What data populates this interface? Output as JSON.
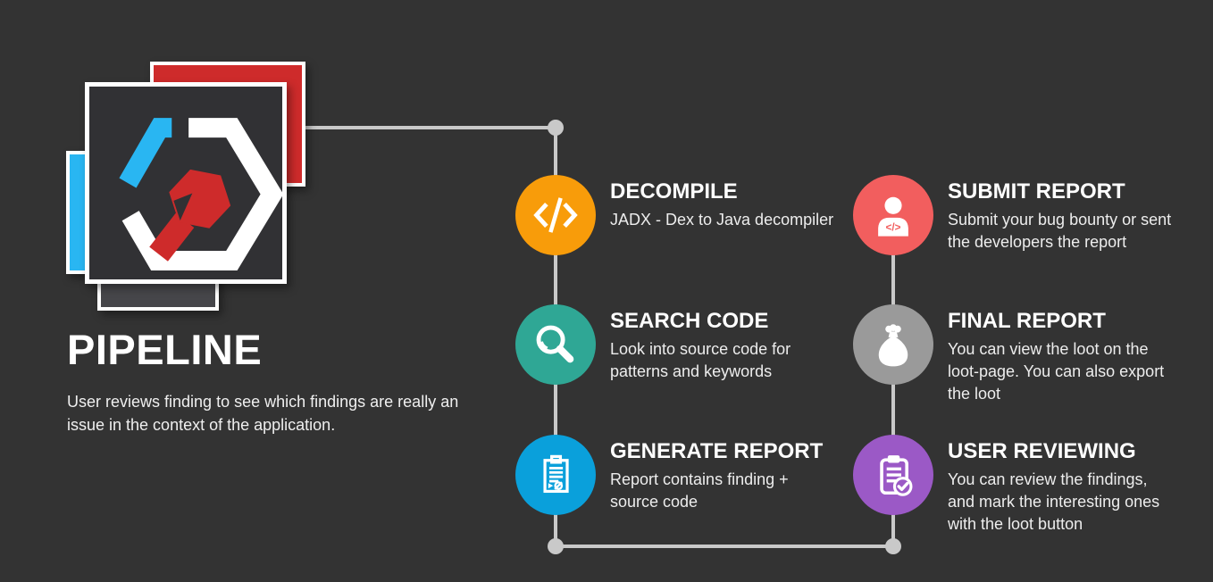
{
  "canvas": {
    "background": "#333333"
  },
  "logo": {
    "name": "code-scanner-logo",
    "back_square_red": "#CE2B2B",
    "side_bar_cyan": "#29B6F2",
    "shadow_square": "#46464A",
    "tile_fill": "#313134",
    "mark_white": "#FFFFFF",
    "mark_cyan": "#29B6F2",
    "mark_red": "#CE2B2B"
  },
  "header": {
    "title": "PIPELINE",
    "subtitle": "User reviews finding to see which findings are really an issue in the context of the application."
  },
  "connector": {
    "color": "#C9C9C9"
  },
  "icons": {
    "code_glyph": "</>"
  },
  "steps": [
    {
      "title": "DECOMPILE",
      "description": "JADX - Dex to Java decompiler",
      "color": "#F89C0A",
      "icon": "code-icon"
    },
    {
      "title": "SEARCH CODE",
      "description": "Look into source code for patterns and keywords",
      "color": "#2FA795",
      "icon": "search-icon"
    },
    {
      "title": "GENERATE REPORT",
      "description": "Report contains finding + source code",
      "color": "#0AA0DB",
      "icon": "report-icon"
    },
    {
      "title": "SUBMIT REPORT",
      "description": "Submit your bug bounty or sent the developers the report",
      "color": "#F25E5E",
      "icon": "person-code-icon"
    },
    {
      "title": "FINAL REPORT",
      "description": "You can view the loot on the loot-page. You can also export the loot",
      "color": "#9A9A9A",
      "icon": "loot-bag-icon"
    },
    {
      "title": "USER REVIEWING",
      "description": "You can review the findings, and mark the interesting ones with the loot button",
      "color": "#9B59C6",
      "icon": "clipboard-check-icon"
    }
  ]
}
